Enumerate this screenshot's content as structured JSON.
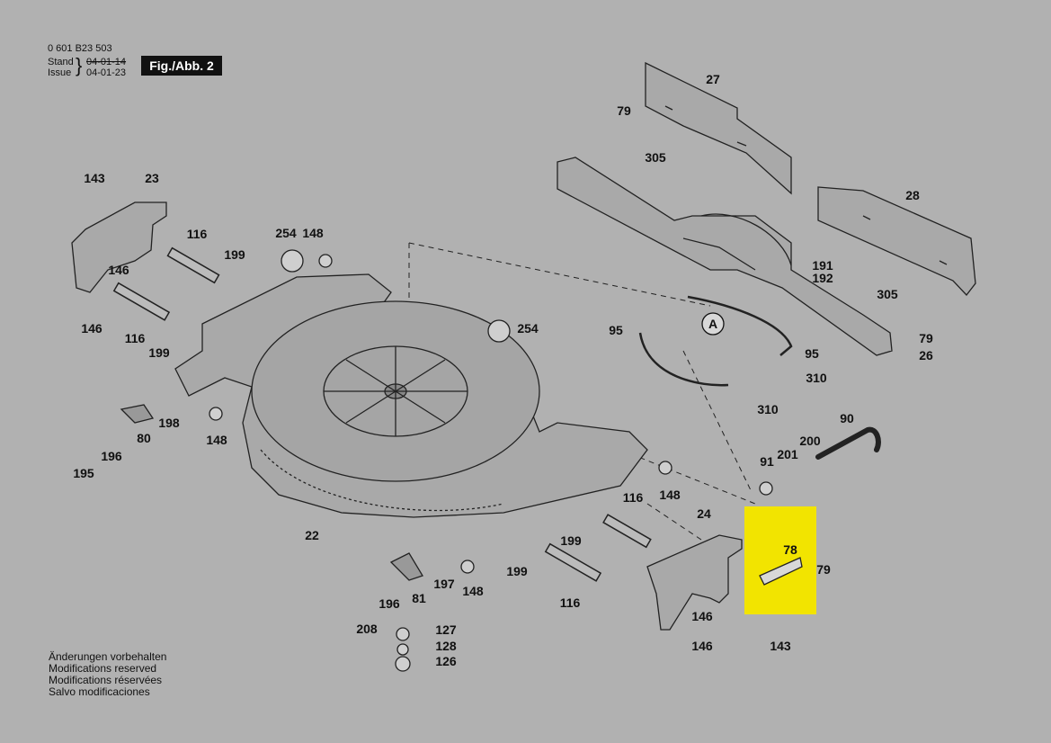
{
  "header": {
    "doc_number": "0 601 B23 503",
    "stand_label": "Stand",
    "issue_label": "Issue",
    "stand_date": "04-01-14",
    "issue_date": "04-01-23",
    "figure_label": "Fig./Abb. 2"
  },
  "notes": [
    "Änderungen vorbehalten",
    "Modifications reserved",
    "Modifications réservées",
    "Salvo modificaciones"
  ],
  "highlight_color": "#f2e400",
  "callouts": [
    {
      "id": "c27",
      "label": "27"
    },
    {
      "id": "c79a",
      "label": "79"
    },
    {
      "id": "c305a",
      "label": "305"
    },
    {
      "id": "c28",
      "label": "28"
    },
    {
      "id": "c143a",
      "label": "143"
    },
    {
      "id": "c23",
      "label": "23"
    },
    {
      "id": "c116a",
      "label": "116"
    },
    {
      "id": "c199a",
      "label": "199"
    },
    {
      "id": "c146a",
      "label": "146"
    },
    {
      "id": "c146b",
      "label": "146"
    },
    {
      "id": "c116b",
      "label": "116"
    },
    {
      "id": "c199b",
      "label": "199"
    },
    {
      "id": "c254a",
      "label": "254"
    },
    {
      "id": "c148a",
      "label": "148"
    },
    {
      "id": "c254b",
      "label": "254"
    },
    {
      "id": "c95a",
      "label": "95"
    },
    {
      "id": "cA",
      "label": "A"
    },
    {
      "id": "c95b",
      "label": "95"
    },
    {
      "id": "c191",
      "label": "191"
    },
    {
      "id": "c192",
      "label": "192"
    },
    {
      "id": "c305b",
      "label": "305"
    },
    {
      "id": "c79b",
      "label": "79"
    },
    {
      "id": "c26",
      "label": "26"
    },
    {
      "id": "c310a",
      "label": "310"
    },
    {
      "id": "c310b",
      "label": "310"
    },
    {
      "id": "c198",
      "label": "198"
    },
    {
      "id": "c196a",
      "label": "196"
    },
    {
      "id": "c80",
      "label": "80"
    },
    {
      "id": "c195",
      "label": "195"
    },
    {
      "id": "c148b",
      "label": "148"
    },
    {
      "id": "c22",
      "label": "22"
    },
    {
      "id": "c90",
      "label": "90"
    },
    {
      "id": "c200",
      "label": "200"
    },
    {
      "id": "c201",
      "label": "201"
    },
    {
      "id": "c91",
      "label": "91"
    },
    {
      "id": "c148c",
      "label": "148"
    },
    {
      "id": "c116c",
      "label": "116"
    },
    {
      "id": "c24",
      "label": "24"
    },
    {
      "id": "c199c",
      "label": "199"
    },
    {
      "id": "c199d",
      "label": "199"
    },
    {
      "id": "c78",
      "label": "78"
    },
    {
      "id": "c79c",
      "label": "79"
    },
    {
      "id": "c146c",
      "label": "146"
    },
    {
      "id": "c143b",
      "label": "143"
    },
    {
      "id": "c146d",
      "label": "146"
    },
    {
      "id": "c116d",
      "label": "116"
    },
    {
      "id": "c197",
      "label": "197"
    },
    {
      "id": "c81",
      "label": "81"
    },
    {
      "id": "c148d",
      "label": "148"
    },
    {
      "id": "c196b",
      "label": "196"
    },
    {
      "id": "c208",
      "label": "208"
    },
    {
      "id": "c127",
      "label": "127"
    },
    {
      "id": "c128",
      "label": "128"
    },
    {
      "id": "c126",
      "label": "126"
    }
  ]
}
